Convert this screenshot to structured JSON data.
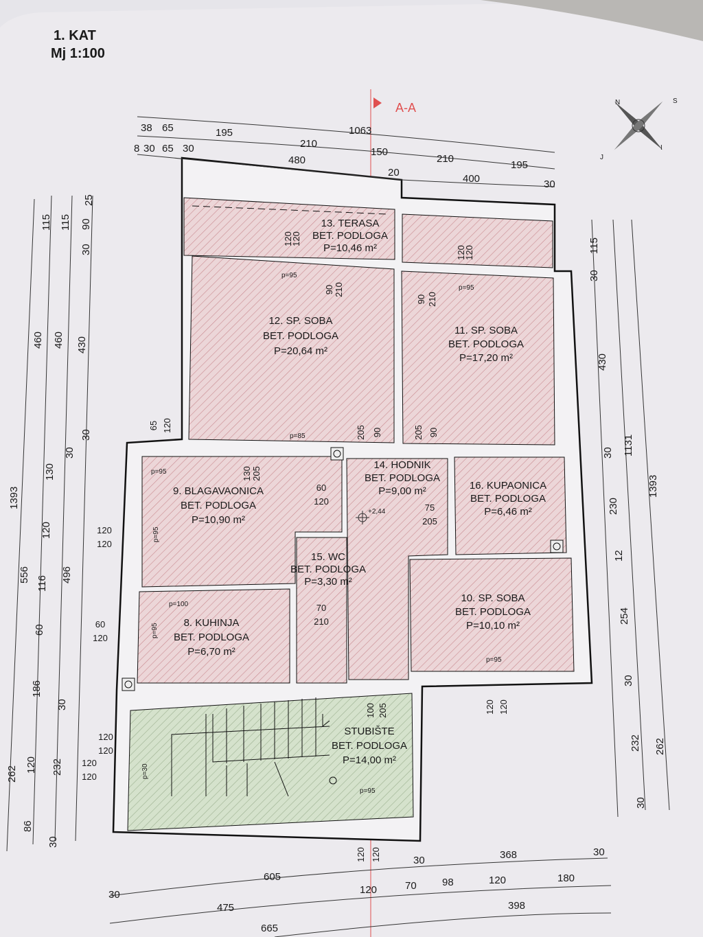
{
  "title": {
    "floor": "1. KAT",
    "scale": "Mj 1:100"
  },
  "section_marker": "A-A",
  "colors": {
    "paper": "#e6e5ea",
    "room_fill": "#ecd6d8",
    "hatch": "#c98a90",
    "stair_fill": "#d5e2cc",
    "section_line": "#e05050",
    "wall": "#111111"
  },
  "compass": {
    "icon": "north-arrow-icon",
    "letters": [
      "N",
      "S",
      "J",
      "I"
    ]
  },
  "rooms": [
    {
      "name": "13. TERASA",
      "floor": "BET. PODLOGA",
      "area": "P=10,46 m²"
    },
    {
      "name": "12. SP. SOBA",
      "floor": "BET. PODLOGA",
      "area": "P=20,64 m²"
    },
    {
      "name": "11. SP. SOBA",
      "floor": "BET. PODLOGA",
      "area": "P=17,20 m²"
    },
    {
      "name": "9. BLAGAVAONICA",
      "floor": "BET. PODLOGA",
      "area": "P=10,90 m²"
    },
    {
      "name": "14. HODNIK",
      "floor": "BET. PODLOGA",
      "area": "P=9,00 m²"
    },
    {
      "name": "16. KUPAONICA",
      "floor": "BET. PODLOGA",
      "area": "P=6,46 m²"
    },
    {
      "name": "15. WC",
      "floor": "BET. PODLOGA",
      "area": "P=3,30 m²"
    },
    {
      "name": "10. SP. SOBA",
      "floor": "BET. PODLOGA",
      "area": "P=10,10 m²"
    },
    {
      "name": "8. KUHINJA",
      "floor": "BET. PODLOGA",
      "area": "P=6,70 m²"
    },
    {
      "name": "STUBIŠTE",
      "floor": "BET. PODLOGA",
      "area": "P=14,00 m²"
    }
  ],
  "level": "+2,44",
  "sill_labels": [
    "p=95",
    "p=95",
    "p=85",
    "p=95",
    "p=95",
    "p=100",
    "p=95",
    "p=95",
    "p=30",
    "p=95"
  ],
  "openings": [
    [
      "120",
      "120"
    ],
    [
      "120",
      "120"
    ],
    [
      "90",
      "210"
    ],
    [
      "90",
      "210"
    ],
    [
      "90",
      "205"
    ],
    [
      "90",
      "205"
    ],
    [
      "65",
      "120"
    ],
    [
      "130",
      "205"
    ],
    [
      "60",
      "120"
    ],
    [
      "75",
      "205"
    ],
    [
      "70",
      "210"
    ],
    [
      "120",
      "120"
    ],
    [
      "60",
      "120"
    ],
    [
      "120",
      "120"
    ],
    [
      "100",
      "205"
    ],
    [
      "120",
      "120"
    ],
    [
      "120",
      "120"
    ]
  ],
  "dimensions": {
    "top": {
      "row1": [
        "38",
        "65",
        "195",
        "1063"
      ],
      "row2": [
        "8",
        "30",
        "65",
        "30",
        "210",
        "150",
        "210",
        "195"
      ],
      "row3": [
        "480",
        "20",
        "400",
        "30"
      ]
    },
    "left": {
      "col1": [
        "1393",
        "556",
        "262"
      ],
      "col2": [
        "115",
        "460",
        "130",
        "120",
        "116",
        "60",
        "186",
        "120",
        "86"
      ],
      "col3": [
        "115",
        "460",
        "30",
        "496",
        "30",
        "232",
        "30"
      ],
      "col4": [
        "25",
        "90",
        "30",
        "430",
        "30"
      ]
    },
    "right": {
      "col1": [
        "30",
        "115",
        "430",
        "30",
        "230",
        "12",
        "254",
        "30",
        "232",
        "30"
      ],
      "col2": [
        "1131"
      ],
      "col3": [
        "1393",
        "262"
      ]
    },
    "bottom": {
      "row1": [
        "605",
        "30",
        "368",
        "30"
      ],
      "row2": [
        "30",
        "475",
        "120",
        "70",
        "98",
        "120",
        "180"
      ],
      "row3": [
        "665",
        "398"
      ]
    }
  }
}
